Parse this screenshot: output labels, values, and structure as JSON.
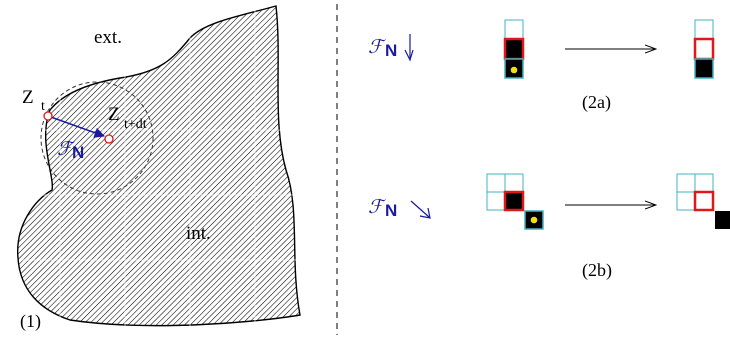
{
  "panel1": {
    "label_ext": "ext.",
    "label_int": "int.",
    "label_zt": "Z",
    "label_zt_sub": "t",
    "label_ztdt": "Z",
    "label_ztdt_sub": "t+dt",
    "label_fn": "ℱ",
    "label_fn_bold": "N",
    "caption": "(1)"
  },
  "panel2a": {
    "label_fn": "ℱ",
    "label_fn_bold": "N",
    "direction_arrow": "⇩",
    "caption": "(2a)"
  },
  "panel2b": {
    "label_fn": "ℱ",
    "label_fn_bold": "N",
    "caption": "(2b)"
  },
  "colors": {
    "cell_outline": "#40b4c0",
    "highlight": "#e01818",
    "flux": "#1a1a9e",
    "marker": "#f0e010"
  }
}
